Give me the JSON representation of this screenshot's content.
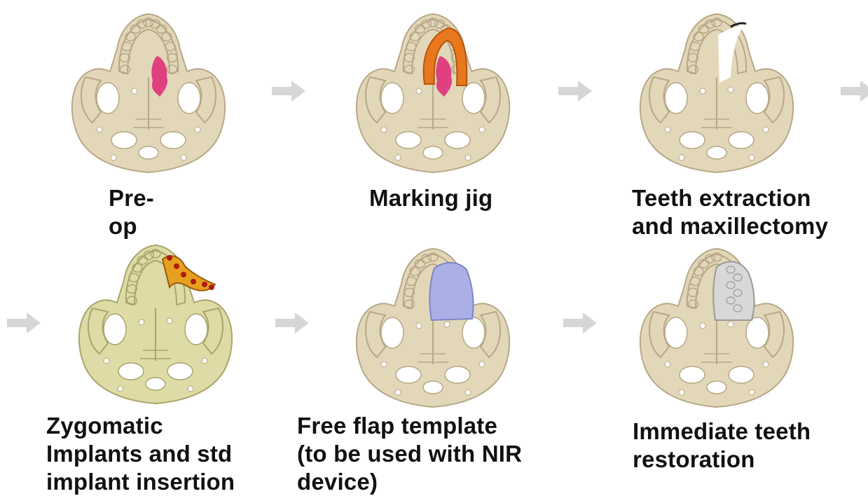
{
  "steps": [
    {
      "label": "Pre-\nop",
      "stage": "pre-op"
    },
    {
      "label": "Marking jig",
      "stage": "marking-jig"
    },
    {
      "label": "Teeth extraction\nand maxillectomy",
      "stage": "maxillectomy"
    },
    {
      "label": "Zygomatic\nImplants and std\nimplant insertion",
      "stage": "implants"
    },
    {
      "label": "Free flap template\n(to be used with NIR\ndevice)",
      "stage": "flap-template"
    },
    {
      "label": "Immediate teeth\nrestoration",
      "stage": "restoration"
    }
  ],
  "colors": {
    "bone": "#e2d7b8",
    "bone_shadow": "#b7a887",
    "bone_dark": "#8f8166",
    "implant_bone": "#dedba6",
    "implant_shadow": "#a9a56b",
    "tumor": "#e0307a",
    "jig": "#e8771e",
    "implant_plate": "#e6a020",
    "implant_screw": "#b01a10",
    "flap": "#aab0e6",
    "restoration": "#d8d8d8",
    "arrow": "#d6d6d6"
  }
}
